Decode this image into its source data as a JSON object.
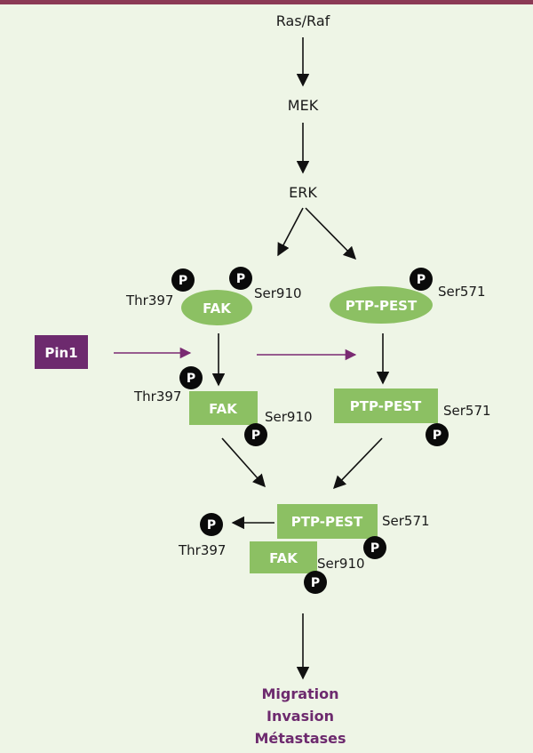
{
  "pathway": {
    "ras_raf": "Ras/Raf",
    "mek": "MEK",
    "erk": "ERK"
  },
  "top_row": {
    "fak_label": "FAK",
    "fak_thr": "Thr397",
    "fak_ser": "Ser910",
    "ptp_label": "PTP-PEST",
    "ptp_ser": "Ser571"
  },
  "pin1": "Pin1",
  "middle_row": {
    "fak_label": "FAK",
    "fak_thr": "Thr397",
    "fak_ser": "Ser910",
    "ptp_label": "PTP-PEST",
    "ptp_ser": "Ser571"
  },
  "complex": {
    "ptp_label": "PTP-PEST",
    "ptp_ser": "Ser571",
    "fak_label": "FAK",
    "fak_ser": "Ser910",
    "thr": "Thr397"
  },
  "phospho_label": "P",
  "outcomes": [
    "Migration",
    "Invasion",
    "Métastases"
  ],
  "colors": {
    "background": "#eef5e6",
    "node_green": "#8cc063",
    "pin1_purple": "#6d2a6e",
    "arrow_purple": "#7a2a72",
    "phospho_black": "#0a0a0a",
    "top_bar": "#8b3a55"
  }
}
